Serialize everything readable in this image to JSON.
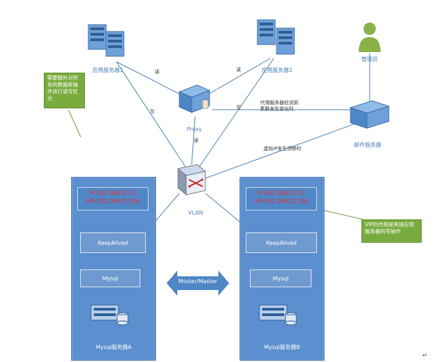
{
  "nodes": {
    "app1": "应用服务器1",
    "app2": "应用服务器2",
    "admin": "管理员",
    "proxy": "Proxy",
    "mail": "邮件服务器",
    "vlan": "VLAN"
  },
  "edge_labels": {
    "read1": "读",
    "write1": "写",
    "read2": "读",
    "write2": "写",
    "proxy_vlan": "读",
    "proxy_mail": "代理服务器检测到\n集群发生变化时",
    "vlan_mail": "虚拟IP发生漂移时"
  },
  "notes": {
    "left": "需要额外对所有的数据库操作进行读写区分",
    "right": "VIP的作用是承接应用服务器的写操作"
  },
  "serverA": {
    "ip": "IP:192.168.31.21",
    "vip": "VIP:192.168.31.250",
    "keepalived": "KeepAlived",
    "mysql": "Mysql",
    "name": "Mysql服务器A"
  },
  "serverB": {
    "ip": "IP:192.168.31.22",
    "vip": "VIP:192.168.31.250",
    "keepalived": "KeepAlived",
    "mysql": "Mysql",
    "name": "Mysql服务器B"
  },
  "replication": "Msster/Master",
  "return_mark": "↵"
}
